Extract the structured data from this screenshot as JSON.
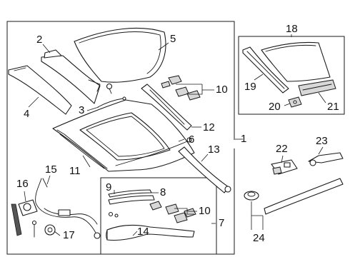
{
  "diagram": {
    "callouts": {
      "c1": "1",
      "c2": "2",
      "c3": "3",
      "c4": "4",
      "c5": "5",
      "c6": "6",
      "c7": "7",
      "c8": "8",
      "c9": "9",
      "c10a": "10",
      "c10b": "10",
      "c11": "11",
      "c12": "12",
      "c13": "13",
      "c14": "14",
      "c15": "15",
      "c16": "16",
      "c17": "17",
      "c18": "18",
      "c19": "19",
      "c20": "20",
      "c21": "21",
      "c22": "22",
      "c23": "23",
      "c24": "24"
    }
  }
}
